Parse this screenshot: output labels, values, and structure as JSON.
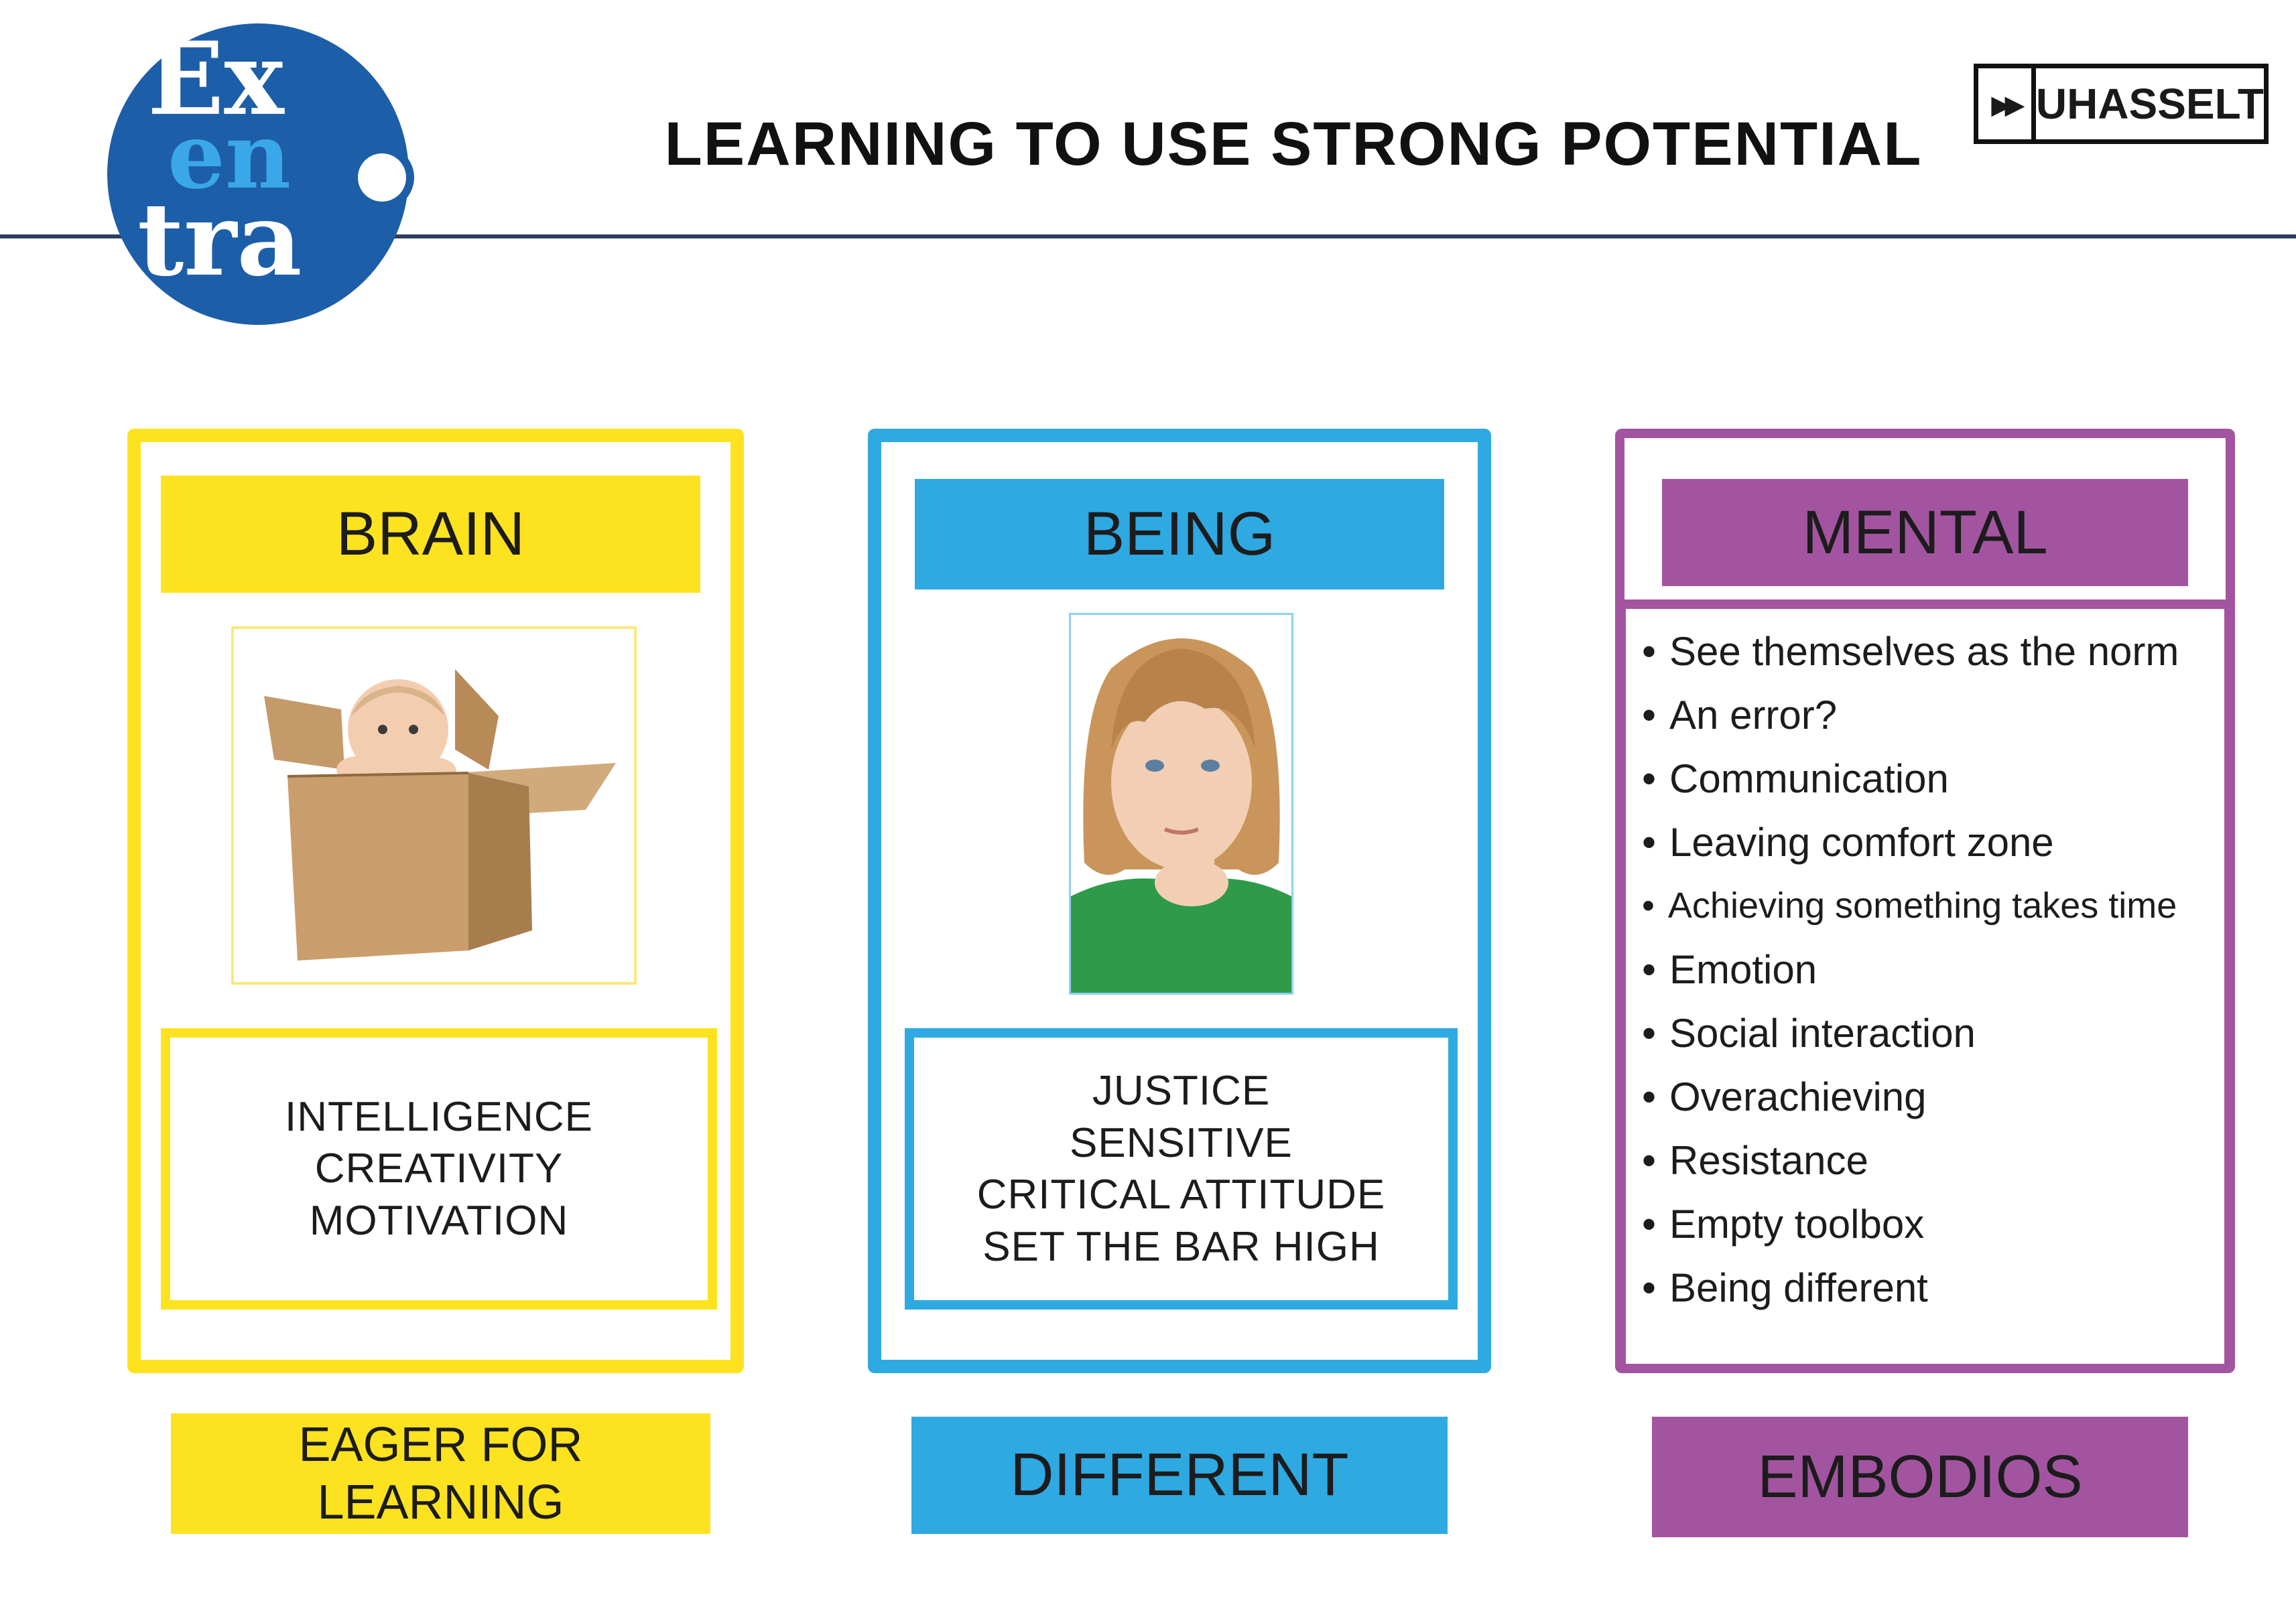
{
  "header": {
    "title": "LEARNING TO USE STRONG POTENTIAL",
    "logo_letters": [
      "Ex",
      "en",
      "tra"
    ],
    "partner_logo_text": "UHASSELT",
    "partner_logo_arrow": "▸▸"
  },
  "columns": [
    {
      "heading": "BRAIN",
      "traits": [
        "INTELLIGENCE",
        "CREATIVITY",
        "MOTIVATION"
      ],
      "footer": [
        "EAGER FOR",
        "LEARNING"
      ]
    },
    {
      "heading": "BEING",
      "traits": [
        "JUSTICE",
        "SENSITIVE",
        "CRITICAL ATTITUDE",
        "SET THE BAR HIGH"
      ],
      "footer": [
        "DIFFERENT"
      ]
    },
    {
      "heading": "MENTAL",
      "items": [
        "See themselves as the norm",
        "An error?",
        "Communication",
        "Leaving comfort zone",
        "Achieving something takes time",
        "Emotion",
        "Social interaction",
        "Overachieving",
        "Resistance",
        "Empty toolbox",
        "Being different"
      ],
      "footer": [
        "EMBODIOS"
      ]
    }
  ],
  "colors": {
    "yellow": "#fde31f",
    "blue": "#2ea9e2",
    "purple": "#a354a0",
    "logo_blue": "#1d5ea8",
    "rule": "#2c3e5a"
  },
  "images": {
    "brain_photo": "baby-in-cardboard-box",
    "being_photo": "thinking-child-portrait"
  }
}
